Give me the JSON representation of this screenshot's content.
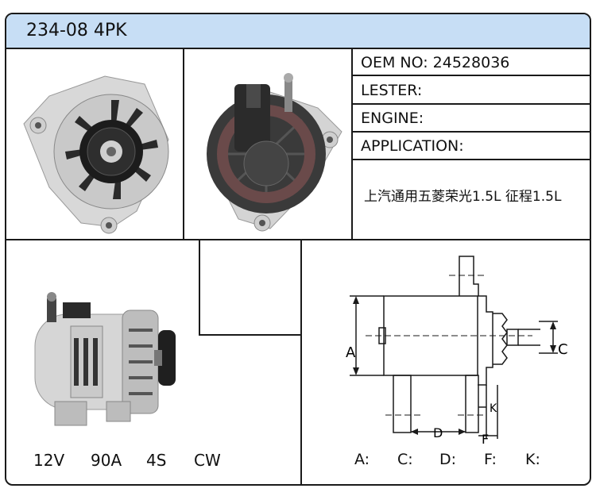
{
  "header": {
    "title": "234-08 4PK"
  },
  "info": {
    "oem_no": "OEM NO: 24528036",
    "lester": "LESTER:",
    "engine": "ENGINE:",
    "application": "APPLICATION:",
    "application_value": "上汽通用五菱荣光1.5L  征程1.5L"
  },
  "specs": {
    "voltage": "12V",
    "amperage": "90A",
    "pulley": "4S",
    "rotation": "CW"
  },
  "dimensions": {
    "labels": [
      "A:",
      "C:",
      "D:",
      "F:",
      "K:"
    ],
    "diagram_letters": {
      "a": "A",
      "c": "C",
      "d": "D",
      "f": "F",
      "k": "K"
    }
  },
  "colors": {
    "header_bg": "#c7def5",
    "border": "#1a1a1a"
  },
  "icons": [
    "alternator-front-photo",
    "alternator-rear-photo",
    "alternator-side-photo"
  ]
}
